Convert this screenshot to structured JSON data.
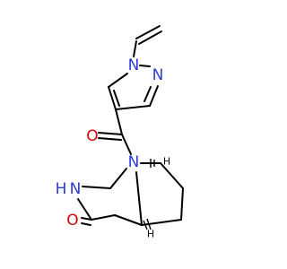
{
  "molecule": {
    "atoms": {
      "n_vinyl": "N",
      "n_pyrazole": "N",
      "o_carbonyl": "O",
      "n_bridge": "N",
      "n_amide": "N",
      "h_amide": "H",
      "o_lactam": "O",
      "h_stereo_top": "H",
      "h_stereo_bottom": "H"
    },
    "colors": {
      "carbon": "#000000",
      "nitrogen": "#2b3bd6",
      "oxygen": "#d40000"
    }
  }
}
